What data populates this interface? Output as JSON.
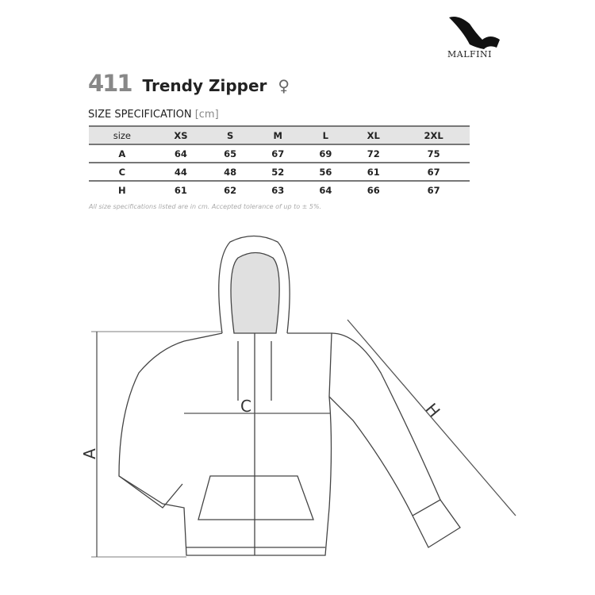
{
  "brand": "MALFINI",
  "product": {
    "code": "411",
    "name": "Trendy Zipper",
    "gender_symbol": "♀"
  },
  "spec": {
    "title": "SIZE SPECIFICATION",
    "unit": "[cm]"
  },
  "table": {
    "headers": [
      "size",
      "XS",
      "S",
      "M",
      "L",
      "XL",
      "2XL"
    ],
    "rows": [
      [
        "A",
        "64",
        "65",
        "67",
        "69",
        "72",
        "75"
      ],
      [
        "C",
        "44",
        "48",
        "52",
        "56",
        "61",
        "67"
      ],
      [
        "H",
        "61",
        "62",
        "63",
        "64",
        "66",
        "67"
      ]
    ]
  },
  "note": "All size specifications listed are in cm. Accepted tolerance of up to ± 5%.",
  "diagram": {
    "label_a": "A",
    "label_c": "C",
    "label_h": "H"
  }
}
